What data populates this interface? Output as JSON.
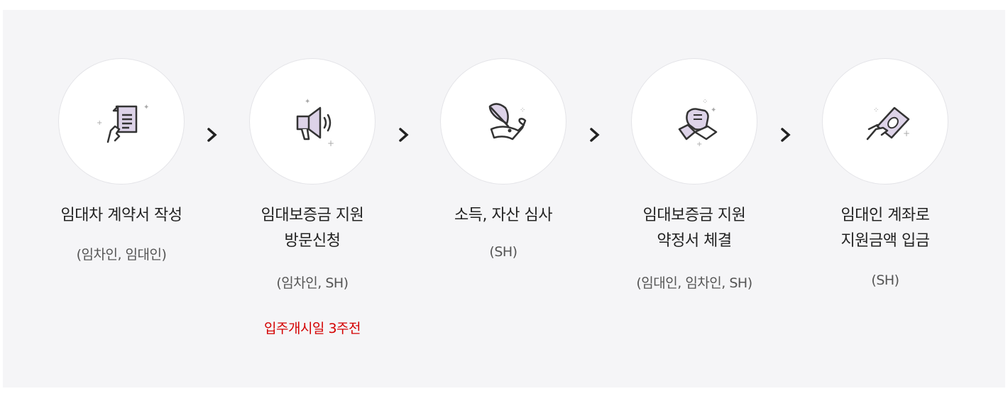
{
  "steps": [
    {
      "title": "임대차 계약서 작성",
      "sub": "(임차인, 임대인)",
      "icon": "document-hand-icon"
    },
    {
      "title": "임대보증금 지원 방문신청",
      "title_line1": "임대보증금 지원",
      "title_line2": "방문신청",
      "sub": "(임차인, SH)",
      "note": "입주개시일 3주전",
      "icon": "megaphone-icon"
    },
    {
      "title": "소득, 자산 심사",
      "sub": "(SH)",
      "icon": "quill-scroll-icon"
    },
    {
      "title": "임대보증금 지원 약정서 체결",
      "title_line1": "임대보증금 지원",
      "title_line2": "약정서 체결",
      "sub": "(임대인, 임차인, SH)",
      "icon": "handshake-icon"
    },
    {
      "title": "임대인 계좌로 지원금액 입금",
      "title_line1": "임대인 계좌로",
      "title_line2": "지원금액 입금",
      "sub": "(SH)",
      "icon": "money-hand-icon"
    }
  ],
  "colors": {
    "icon_fill": "#ddd3e8",
    "icon_stroke": "#333333",
    "note": "#d40000"
  }
}
